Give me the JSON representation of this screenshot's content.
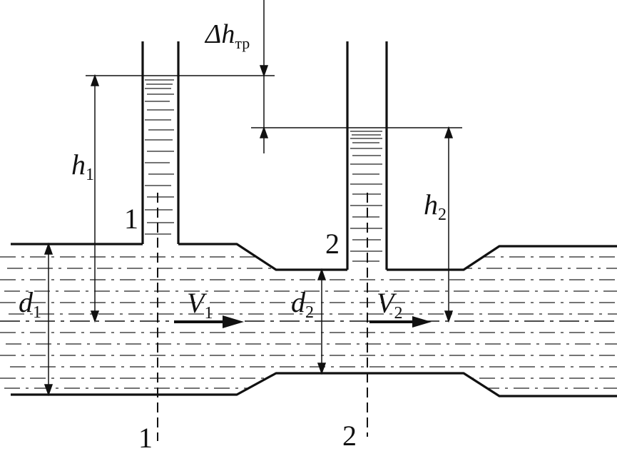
{
  "labels": {
    "delta_symbol": "Δ",
    "delta_var": "h",
    "delta_sub": "тр",
    "h1_var": "h",
    "h1_sub": "1",
    "h2_var": "h",
    "h2_sub": "2",
    "d1_var": "d",
    "d1_sub": "1",
    "d2_var": "d",
    "d2_sub": "2",
    "v1_var": "V",
    "v1_sub": "1",
    "v2_var": "V",
    "v2_sub": "2",
    "tube1_label": "1",
    "tube2_label": "2",
    "section1_label": "1",
    "section2_label": "2"
  }
}
